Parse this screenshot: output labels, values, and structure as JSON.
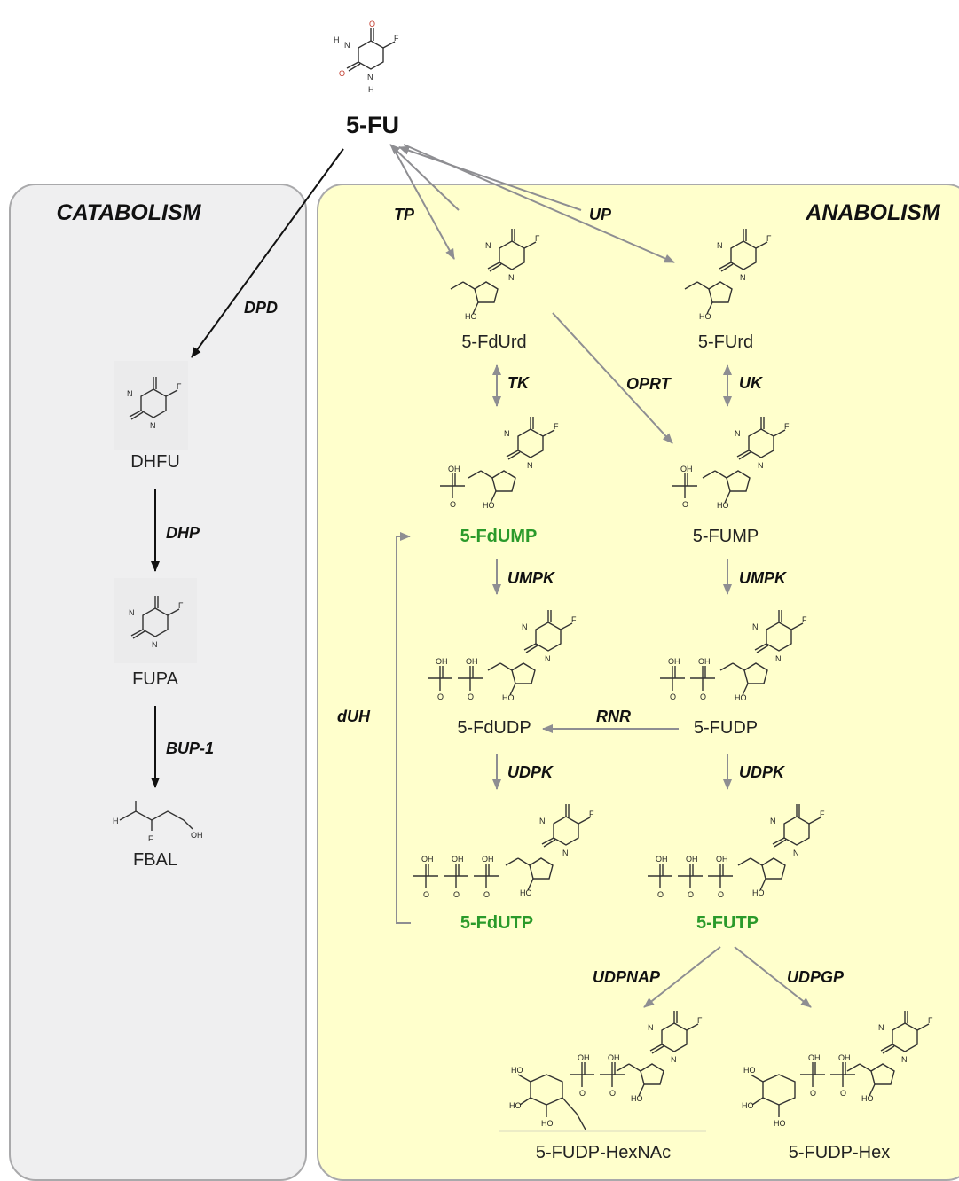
{
  "panels": {
    "catabolism": "CATABOLISM",
    "anabolism": "ANABOLISM"
  },
  "compounds": {
    "fu": "5-FU",
    "dhfu": "DHFU",
    "fupa": "FUPA",
    "fbal": "FBAL",
    "fdurd": "5-FdUrd",
    "furd": "5-FUrd",
    "fdump": "5-FdUMP",
    "fump": "5-FUMP",
    "fdudp": "5-FdUDP",
    "fudp": "5-FUDP",
    "fdutp": "5-FdUTP",
    "futp": "5-FUTP",
    "fudp_hexnac": "5-FUDP-HexNAc",
    "fudp_hex": "5-FUDP-Hex"
  },
  "enzymes": {
    "dpd": "DPD",
    "dhp": "DHP",
    "bup1": "BUP-1",
    "tp": "TP",
    "up": "UP",
    "tk": "TK",
    "oprt": "OPRT",
    "uk": "UK",
    "umpk_left": "UMPK",
    "umpk_right": "UMPK",
    "rnr": "RNR",
    "duh": "dUH",
    "udpk_left": "UDPK",
    "udpk_right": "UDPK",
    "udpnap": "UDPNAP",
    "udpgp": "UDPGP"
  },
  "colors": {
    "active_metabolite": "#2a9a2a",
    "anabolism_bg": "#ffffcc",
    "catabolism_bg": "#efeff0",
    "arrow_gray": "#8e8e92",
    "arrow_black": "#111111"
  }
}
